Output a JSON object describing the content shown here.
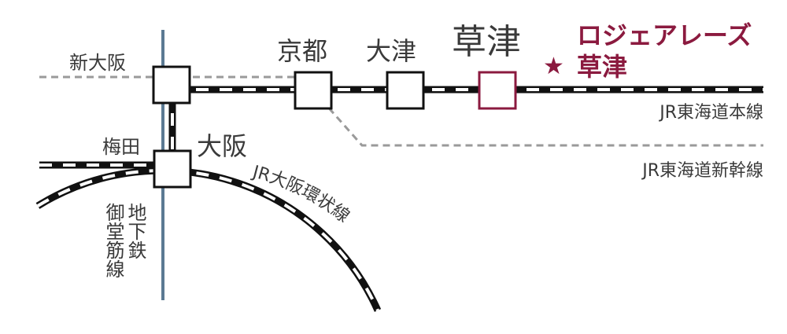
{
  "colors": {
    "accent": "#8b1a3f",
    "line": "#111111",
    "dashed": "#9a9a9a",
    "subway": "#5b7a93",
    "text": "#3a3a3a"
  },
  "stations": {
    "shin_osaka": "新大阪",
    "kyoto": "京都",
    "otsu": "大津",
    "kusatsu": "草津",
    "umeda": "梅田",
    "osaka": "大阪"
  },
  "property": {
    "marker": "★",
    "name": "ロジェアレーズ",
    "area": "草津"
  },
  "lines": {
    "tokaido_main": "JR東海道本線",
    "shinkansen": "JR東海道新幹線",
    "loop": "JR大阪環状線",
    "subway_a": "地下鉄",
    "subway_b": "御堂筋線"
  },
  "icons": {
    "station_box": "station-square",
    "destination_box": "destination-square",
    "marker_icon": "star-icon"
  }
}
